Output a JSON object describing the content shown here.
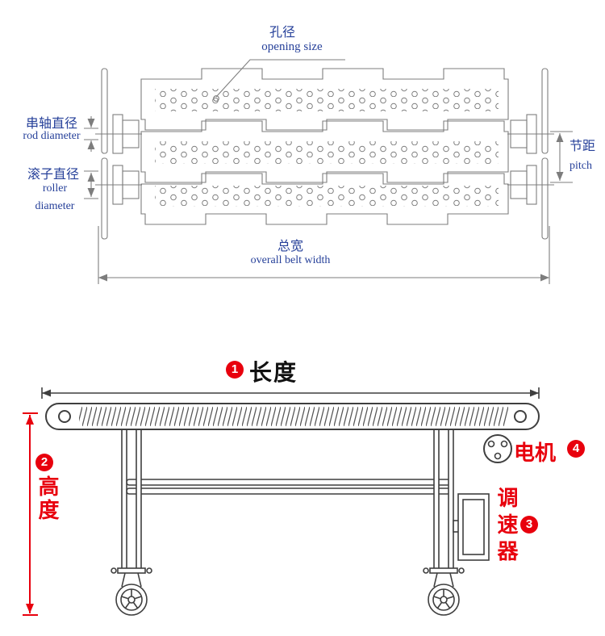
{
  "colors": {
    "blue": "#27419a",
    "red": "#e8000d",
    "line_gray": "#7d7d7d",
    "line_dark": "#3f3f3f"
  },
  "top_view": {
    "opening_size_cn": "孔径",
    "opening_size_en": "opening size",
    "rod_diameter_cn": "串轴直径",
    "rod_diameter_en": "rod diameter",
    "roller_diameter_cn": "滚子直径",
    "roller_diameter_en_line1": "roller",
    "roller_diameter_en_line2": "diameter",
    "pitch_cn": "节距",
    "pitch_en": "pitch",
    "overall_width_cn": "总宽",
    "overall_width_en": "overall belt width"
  },
  "side_view": {
    "length_badge": "1",
    "length_label": "长度",
    "height_badge": "2",
    "height_label": "高度",
    "motor_label": "电机",
    "motor_badge": "4",
    "controller_label": "调速器",
    "controller_badge": "3"
  }
}
